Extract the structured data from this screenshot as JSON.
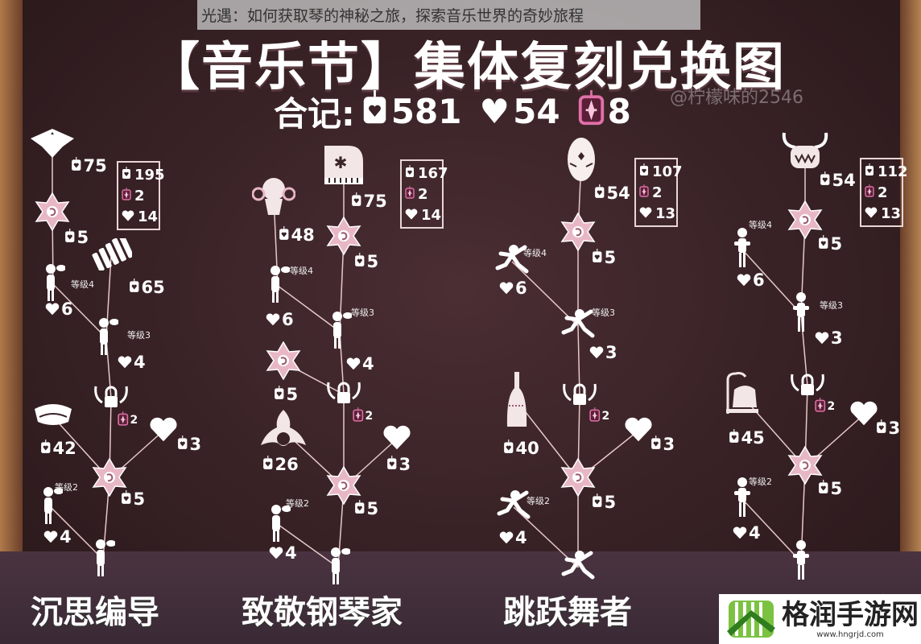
{
  "caption": "光遇：如何获取琴的神秘之旅，探索音乐世界的奇妙旅程",
  "title": "【音乐节】集体复刻兑换图",
  "total": {
    "label": "合记:",
    "candles": "581",
    "hearts": "54",
    "tickets": "8"
  },
  "watermark": "@柠檬味的2546",
  "colors": {
    "background": "#3a2327",
    "star": "#e8b7c6",
    "ticket": "#c2477f",
    "text": "#ffffff"
  },
  "columns": [
    {
      "title": "沉思编导",
      "summary": {
        "candles": "195",
        "tickets": "2",
        "hearts": "14"
      },
      "nodes": [
        {
          "icon": "cape-icon",
          "cost_type": "candle",
          "cost": "75"
        },
        {
          "icon": "star-icon",
          "cost_type": "candle",
          "cost": "5"
        },
        {
          "icon": "emote-icon",
          "cost_type": "heart",
          "cost": "6",
          "level": "等级4"
        },
        {
          "icon": "xylophone-icon",
          "cost_type": "candle",
          "cost": "65"
        },
        {
          "icon": "emote-icon",
          "cost_type": "heart",
          "cost": "4",
          "level": "等级3"
        },
        {
          "icon": "lock-icon",
          "cost_type": "ticket",
          "cost": "2"
        },
        {
          "icon": "hat-icon",
          "cost_type": "candle",
          "cost": "42"
        },
        {
          "icon": "heart-icon",
          "cost_type": "candle",
          "cost": "3"
        },
        {
          "icon": "star-icon",
          "cost_type": "candle",
          "cost": "5"
        },
        {
          "icon": "emote-icon",
          "cost_type": "heart",
          "cost": "4",
          "level": "等级2"
        },
        {
          "icon": "emote-icon"
        }
      ]
    },
    {
      "title": "致敬钢琴家",
      "summary": {
        "candles": "167",
        "tickets": "2",
        "hearts": "14"
      },
      "nodes": [
        {
          "icon": "piano-icon",
          "cost_type": "candle",
          "cost": "75"
        },
        {
          "icon": "monkey-hat-icon",
          "cost_type": "candle",
          "cost": "48"
        },
        {
          "icon": "star-icon",
          "cost_type": "candle",
          "cost": "5"
        },
        {
          "icon": "emote-icon",
          "cost_type": "heart",
          "cost": "6",
          "level": "等级4"
        },
        {
          "icon": "emote-icon",
          "cost_type": "heart",
          "cost": "4",
          "level": "等级3"
        },
        {
          "icon": "star-icon",
          "cost_type": "candle",
          "cost": "5"
        },
        {
          "icon": "lock-icon",
          "cost_type": "ticket",
          "cost": "2"
        },
        {
          "icon": "hair-icon",
          "cost_type": "candle",
          "cost": "26"
        },
        {
          "icon": "heart-icon",
          "cost_type": "candle",
          "cost": "3"
        },
        {
          "icon": "star-icon",
          "cost_type": "candle",
          "cost": "5"
        },
        {
          "icon": "emote-icon",
          "cost_type": "heart",
          "cost": "4",
          "level": "等级2"
        },
        {
          "icon": "emote-icon"
        }
      ]
    },
    {
      "title": "跳跃舞者",
      "summary": {
        "candles": "107",
        "tickets": "2",
        "hearts": "13"
      },
      "nodes": [
        {
          "icon": "mask-icon",
          "cost_type": "candle",
          "cost": "54"
        },
        {
          "icon": "star-icon",
          "cost_type": "candle",
          "cost": "5"
        },
        {
          "icon": "jump-emote-icon",
          "cost_type": "heart",
          "cost": "6",
          "level": "等级4"
        },
        {
          "icon": "jump-emote-icon",
          "cost_type": "heart",
          "cost": "3",
          "level": "等级3"
        },
        {
          "icon": "lock-icon",
          "cost_type": "ticket",
          "cost": "2"
        },
        {
          "icon": "bottle-icon",
          "cost_type": "candle",
          "cost": "40"
        },
        {
          "icon": "heart-icon",
          "cost_type": "candle",
          "cost": "3"
        },
        {
          "icon": "star-icon",
          "cost_type": "candle",
          "cost": "5"
        },
        {
          "icon": "jump-emote-icon",
          "cost_type": "heart",
          "cost": "4",
          "level": "等级2"
        },
        {
          "icon": "jump-emote-icon"
        }
      ]
    },
    {
      "title": "",
      "summary": {
        "candles": "112",
        "tickets": "2",
        "hearts": "13"
      },
      "nodes": [
        {
          "icon": "horned-mask-icon",
          "cost_type": "candle",
          "cost": "54"
        },
        {
          "icon": "star-icon",
          "cost_type": "candle",
          "cost": "5"
        },
        {
          "icon": "bow-emote-icon",
          "cost_type": "heart",
          "cost": "6",
          "level": "等级4"
        },
        {
          "icon": "bow-emote-icon",
          "cost_type": "heart",
          "cost": "3",
          "level": "等级3"
        },
        {
          "icon": "lock-icon",
          "cost_type": "ticket",
          "cost": "2"
        },
        {
          "icon": "bell-icon",
          "cost_type": "candle",
          "cost": "45"
        },
        {
          "icon": "heart-icon",
          "cost_type": "candle",
          "cost": "3"
        },
        {
          "icon": "star-icon",
          "cost_type": "candle",
          "cost": "5"
        },
        {
          "icon": "bow-emote-icon",
          "cost_type": "heart",
          "cost": "4",
          "level": "等级2"
        },
        {
          "icon": "bow-emote-icon"
        }
      ]
    }
  ],
  "logo": {
    "name": "格润手游网",
    "url": "www.hngrjd.com"
  }
}
